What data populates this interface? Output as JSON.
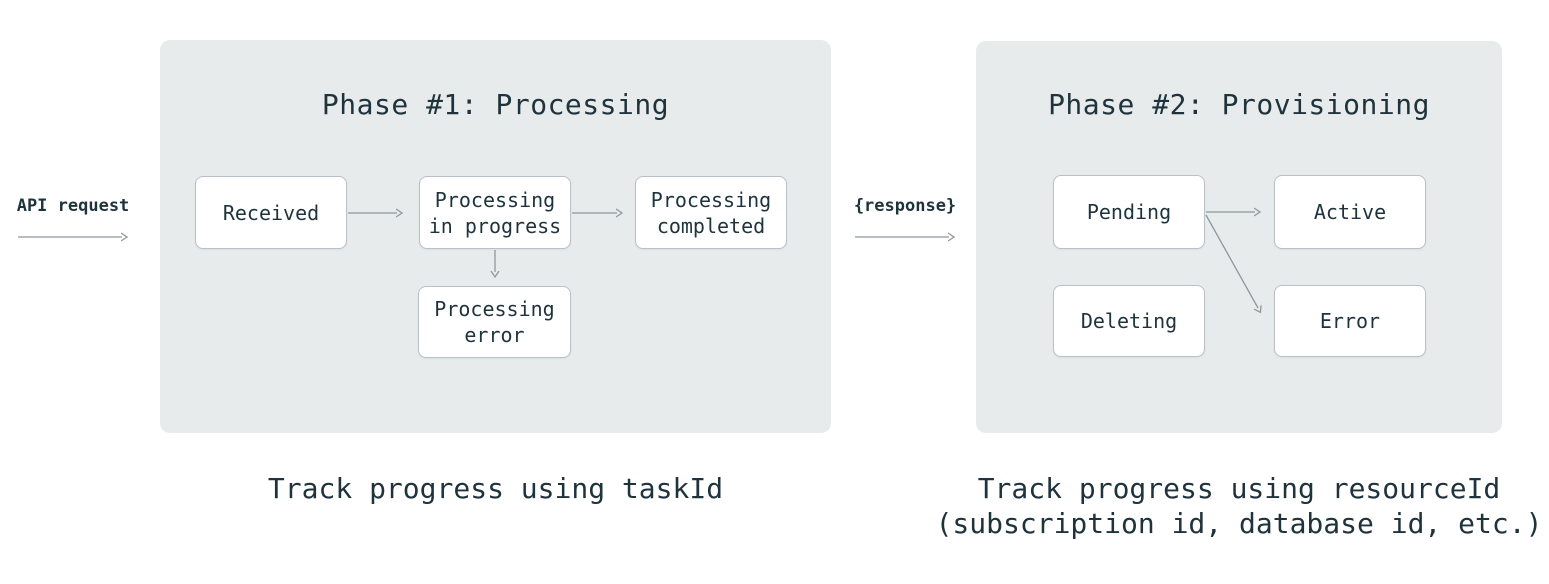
{
  "colors": {
    "page_background": "#ffffff",
    "panel_background": "#e8ebec",
    "node_background": "#ffffff",
    "node_border": "#b8c1c6",
    "arrow": "#8e989c",
    "text": "#1f333c"
  },
  "flow": {
    "api_request_label": "API request",
    "response_label": "{response}"
  },
  "phase1": {
    "title": "Phase #1: Processing",
    "caption": "Track progress using taskId",
    "nodes": [
      {
        "id": "received",
        "label": "Received"
      },
      {
        "id": "processing-in-progress",
        "label": "Processing in progress"
      },
      {
        "id": "processing-completed",
        "label": "Processing completed"
      },
      {
        "id": "processing-error",
        "label": "Processing error"
      }
    ],
    "edges": [
      {
        "from": "received",
        "to": "processing-in-progress"
      },
      {
        "from": "processing-in-progress",
        "to": "processing-completed"
      },
      {
        "from": "processing-in-progress",
        "to": "processing-error"
      }
    ]
  },
  "phase2": {
    "title": "Phase #2: Provisioning",
    "caption_line1": "Track progress using resourceId",
    "caption_line2": "(subscription id, database id, etc.)",
    "nodes": [
      {
        "id": "pending",
        "label": "Pending"
      },
      {
        "id": "active",
        "label": "Active"
      },
      {
        "id": "deleting",
        "label": "Deleting"
      },
      {
        "id": "error",
        "label": "Error"
      }
    ],
    "edges": [
      {
        "from": "pending",
        "to": "active"
      },
      {
        "from": "pending",
        "to": "error"
      }
    ]
  }
}
